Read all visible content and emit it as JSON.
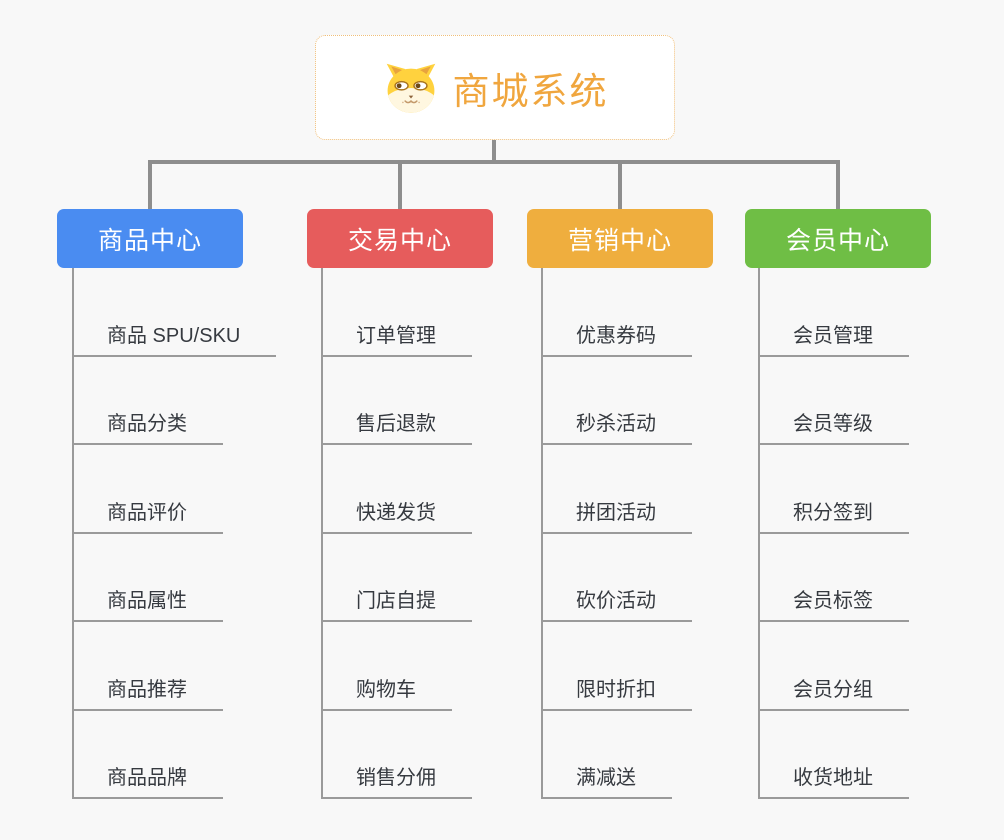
{
  "root": {
    "title": "商城系统",
    "icon": "dog-face-icon",
    "text_color": "#f0a63e",
    "border_color": "#f0bf7a"
  },
  "connector_color": "#8e8e8e",
  "line_color": "#9a9a9a",
  "background_color": "#f8f8f8",
  "branches": [
    {
      "label": "商品中心",
      "color": "#4a8cf1",
      "children": [
        "商品 SPU/SKU",
        "商品分类",
        "商品评价",
        "商品属性",
        "商品推荐",
        "商品品牌"
      ]
    },
    {
      "label": "交易中心",
      "color": "#e65c5c",
      "children": [
        "订单管理",
        "售后退款",
        "快递发货",
        "门店自提",
        "购物车",
        "销售分佣"
      ]
    },
    {
      "label": "营销中心",
      "color": "#efae3e",
      "children": [
        "优惠券码",
        "秒杀活动",
        "拼团活动",
        "砍价活动",
        "限时折扣",
        "满减送"
      ]
    },
    {
      "label": "会员中心",
      "color": "#6fbe45",
      "children": [
        "会员管理",
        "会员等级",
        "积分签到",
        "会员标签",
        "会员分组",
        "收货地址"
      ]
    }
  ]
}
